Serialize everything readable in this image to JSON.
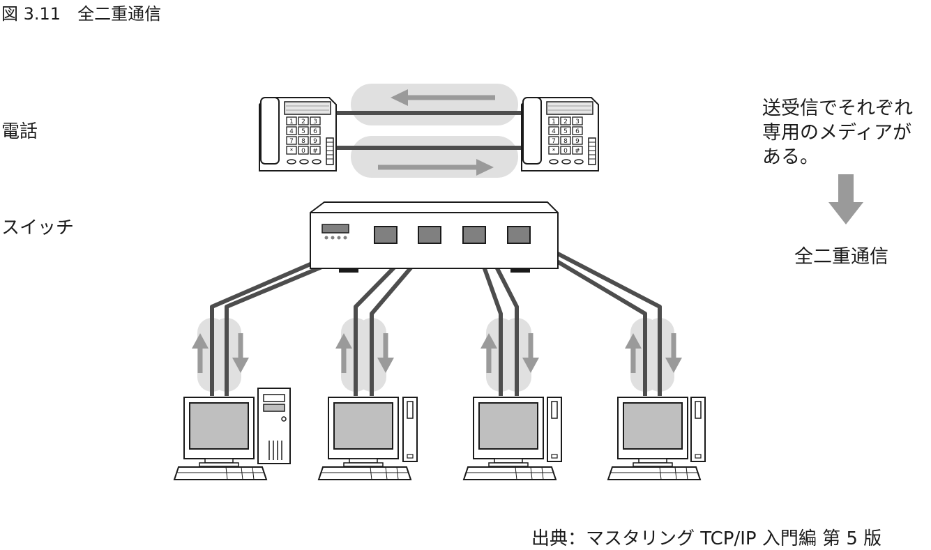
{
  "figure": {
    "title": "図 3.11　全二重通信"
  },
  "labels": {
    "phone": "電話",
    "switch": "スイッチ"
  },
  "note": {
    "lines": [
      "送受信でそれぞれ",
      "専用のメディアが",
      "ある。"
    ],
    "result": "全二重通信"
  },
  "keypad": [
    "1",
    "2",
    "3",
    "4",
    "5",
    "6",
    "7",
    "8",
    "9",
    "*",
    "0",
    "#"
  ],
  "source": "出典：マスタリング TCP/IP 入門編 第 5 版",
  "colors": {
    "cable": "#4d4d4d",
    "channel": "#e0e0e0",
    "arrow": "#9a9a9a",
    "screen": "#bfbfbf"
  }
}
